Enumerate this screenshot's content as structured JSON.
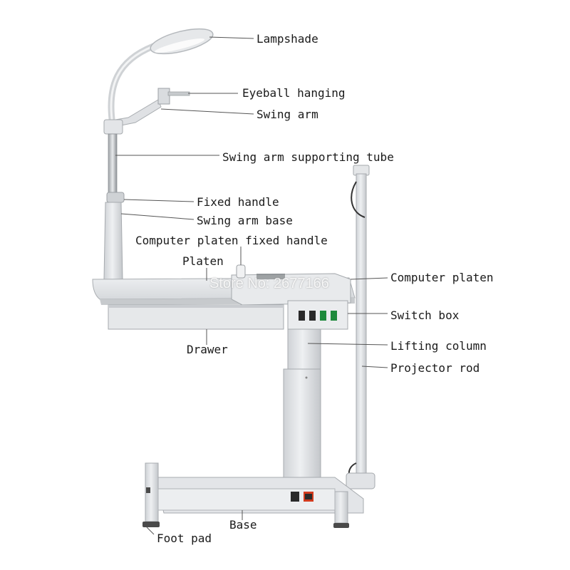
{
  "labels": {
    "lampshade": "Lampshade",
    "eyeball_hanging": "Eyeball hanging",
    "swing_arm": "Swing arm",
    "swing_arm_supporting_tube": "Swing arm supporting tube",
    "fixed_handle": "Fixed handle",
    "swing_arm_base": "Swing arm base",
    "computer_platen_fixed_handle": "Computer platen fixed handle",
    "platen": "Platen",
    "computer_platen": "Computer platen",
    "switch_box": "Switch box",
    "drawer": "Drawer",
    "lifting_column": "Lifting column",
    "projector_rod": "Projector rod",
    "base": "Base",
    "foot_pad": "Foot pad"
  },
  "watermark": "Store No: 2677166",
  "colors": {
    "body": "#e4e6e8",
    "body_shade": "#c9ccd0",
    "tube": "#b8bcc0",
    "leader": "#555555",
    "switch_green": "#1e8a3c",
    "switch_dark": "#2a2a2a",
    "plug_red": "#d23b1e"
  },
  "icons": [
    "switch-icon",
    "power-plug-icon"
  ]
}
